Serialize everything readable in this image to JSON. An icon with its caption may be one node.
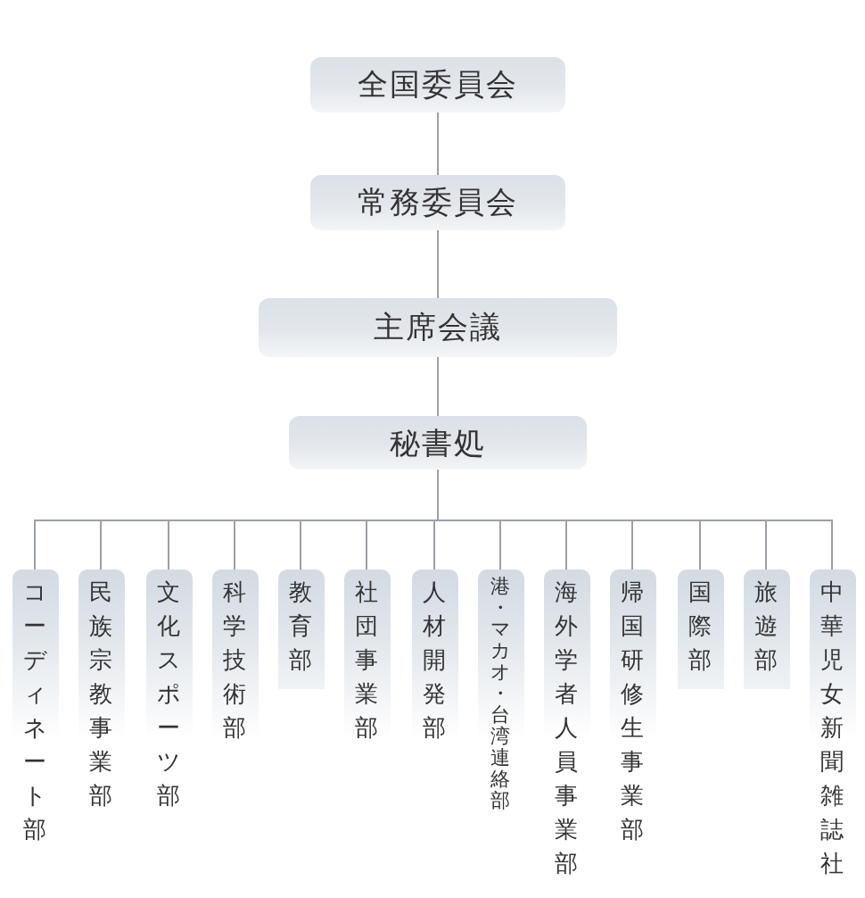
{
  "diagram": {
    "nodes": [
      {
        "text": [
          "全国委員会"
        ]
      },
      {
        "text": [
          "常務委員会"
        ]
      },
      {
        "text": [
          "主席会議"
        ]
      },
      {
        "text": [
          "秘書処"
        ]
      },
      {
        "text": [
          "コーディネート部"
        ]
      },
      {
        "text": [
          "民族宗教事業部"
        ]
      },
      {
        "text": [
          "文化スポーツ部"
        ]
      },
      {
        "text": [
          "科学技術部"
        ]
      },
      {
        "text": [
          "教育部"
        ]
      },
      {
        "text": [
          "社団事業部"
        ]
      },
      {
        "text": [
          "人材開発部"
        ]
      },
      {
        "text": [
          "港・マカオ・台湾連絡部"
        ]
      },
      {
        "text": [
          "海外学者人員事業部"
        ]
      },
      {
        "text": [
          "帰国研修生事業部"
        ]
      },
      {
        "text": [
          "国際部"
        ]
      },
      {
        "text": [
          "旅遊部"
        ]
      },
      {
        "text": [
          "中華児女新聞雑誌社"
        ]
      }
    ],
    "edges": [
      {
        "from": 0,
        "to": 1,
        "arrow": "none"
      },
      {
        "from": 1,
        "to": 2,
        "arrow": "none"
      },
      {
        "from": 2,
        "to": 3,
        "arrow": "none"
      },
      {
        "from": 3,
        "to": 4,
        "arrow": "none"
      },
      {
        "from": 3,
        "to": 5,
        "arrow": "none"
      },
      {
        "from": 3,
        "to": 6,
        "arrow": "none"
      },
      {
        "from": 3,
        "to": 7,
        "arrow": "none"
      },
      {
        "from": 3,
        "to": 8,
        "arrow": "none"
      },
      {
        "from": 3,
        "to": 9,
        "arrow": "none"
      },
      {
        "from": 3,
        "to": 10,
        "arrow": "none"
      },
      {
        "from": 3,
        "to": 11,
        "arrow": "none"
      },
      {
        "from": 3,
        "to": 12,
        "arrow": "none"
      },
      {
        "from": 3,
        "to": 13,
        "arrow": "none"
      },
      {
        "from": 3,
        "to": 14,
        "arrow": "none"
      },
      {
        "from": 3,
        "to": 15,
        "arrow": "none"
      },
      {
        "from": 3,
        "to": 16,
        "arrow": "none"
      }
    ]
  }
}
